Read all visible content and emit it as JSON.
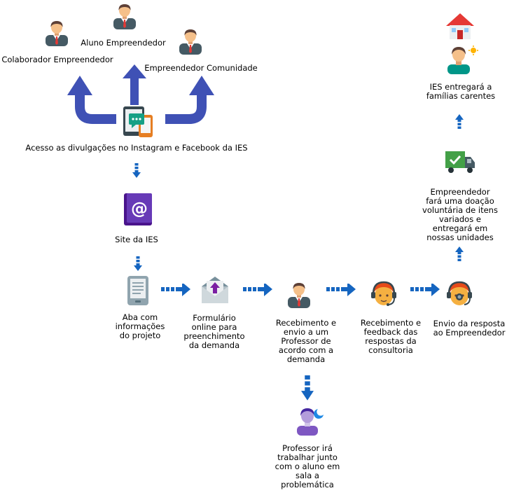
{
  "top_people": {
    "aluno": "Aluno Empreendedor",
    "colaborador": "Colaborador Empreendedor",
    "comunidade": "Empreendedor Comunidade"
  },
  "acesso": "Acesso as divulgações no Instagram e Facebook da IES",
  "site": "Site da IES",
  "steps": {
    "aba": [
      "Aba com",
      "informações",
      "do projeto"
    ],
    "formulario": [
      "Formulário",
      "online para",
      "preenchimento",
      "da demanda"
    ],
    "recebimento_envio": [
      "Recebimento e",
      "envio a um",
      "Professor de",
      "acordo com a",
      "demanda"
    ],
    "recebimento_feedback": [
      "Recebimento e",
      "feedback das",
      "respostas da",
      "consultoria"
    ],
    "envio_resposta": [
      "Envio da resposta",
      "ao Empreendedor"
    ]
  },
  "professor": [
    "Professor irá",
    "trabalhar junto",
    "com o aluno em",
    "sala a",
    "problemática"
  ],
  "doacao": [
    "Empreendedor",
    "fará uma doação",
    "voluntária de itens",
    "variados e",
    "entregará em",
    "nossas unidades"
  ],
  "ies_entrega": [
    "IES entregará a",
    "famílias carentes"
  ],
  "icons": {
    "person": "businessman-icon",
    "devices": "tablet-chat-icon",
    "site": "at-sign-book-icon",
    "ereader": "ereader-icon",
    "mail": "envelope-upload-icon",
    "support": "headset-operator-icon",
    "professor": "night-worker-icon",
    "truck": "delivery-truck-icon",
    "house": "house-icon",
    "volunteer": "person-sun-icon"
  },
  "colors": {
    "arrow_blue": "#1565c0",
    "arrow_indigo": "#3f51b5",
    "suit": "#455a64",
    "tie": "#e53935"
  }
}
